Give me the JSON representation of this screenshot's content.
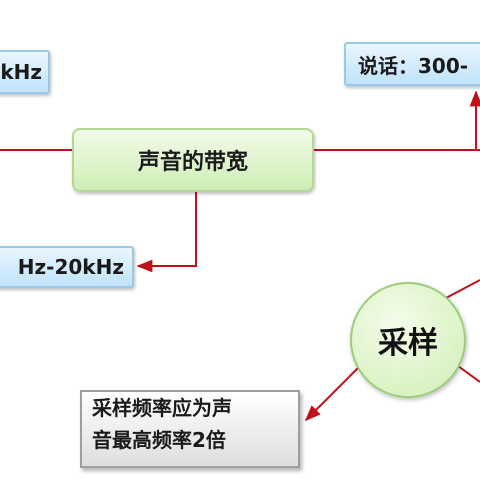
{
  "diagram": {
    "top_left_label": "kHz",
    "top_right_label": "说话：300-",
    "center_label": "声音的带宽",
    "bottom_left_label": "Hz-20kHz",
    "sampling_label": "采样",
    "note_line1": "采样频率应为声",
    "note_line2": "音最高频率2倍"
  },
  "colors": {
    "connector": "#c0101a"
  }
}
